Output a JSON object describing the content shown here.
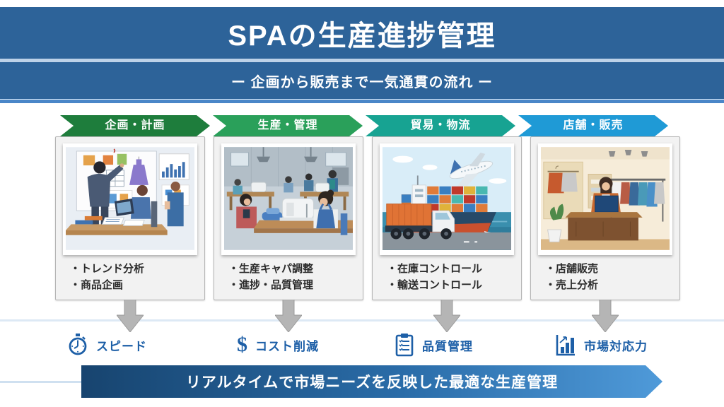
{
  "page": {
    "title": "SPAの生産進捗管理",
    "subtitle": "ー 企画から販売まで一気通貫の流れ ー"
  },
  "stages": [
    {
      "label": "企画・計画",
      "color": "#1e7d3c",
      "illustration": "planning-meeting",
      "bullets": [
        "・トレンド分析",
        "・商品企画"
      ]
    },
    {
      "label": "生産・管理",
      "color": "#2aa05a",
      "illustration": "sewing-factory",
      "bullets": [
        "・生産キャパ調整",
        "・進捗・品質管理"
      ]
    },
    {
      "label": "貿易・物流",
      "color": "#17a392",
      "illustration": "shipping-logistics",
      "bullets": [
        "・在庫コントロール",
        "・輸送コントロール"
      ]
    },
    {
      "label": "店舗・販売",
      "color": "#1f9ad6",
      "illustration": "retail-store",
      "bullets": [
        "・店舗販売",
        "・売上分析"
      ]
    }
  ],
  "benefits": [
    {
      "icon": "stopwatch-icon",
      "label": "スピード"
    },
    {
      "icon": "dollar-icon",
      "label": "コスト削減",
      "glyph": "$"
    },
    {
      "icon": "clipboard-icon",
      "label": "品質管理"
    },
    {
      "icon": "bar-chart-icon",
      "label": "市場対応力"
    }
  ],
  "banner": {
    "text": "リアルタイムで市場ニーズを反映した最適な生産管理"
  },
  "colors": {
    "header_blue": "#2d6399",
    "divider_light_blue": "#bdd2e8",
    "accent_strip_blue": "#4a86c8",
    "benefit_blue": "#1d5fa7",
    "connector_gray": "#b5b5b5",
    "banner_gradient_start": "#17446f",
    "banner_gradient_end": "#4f9ad9"
  }
}
